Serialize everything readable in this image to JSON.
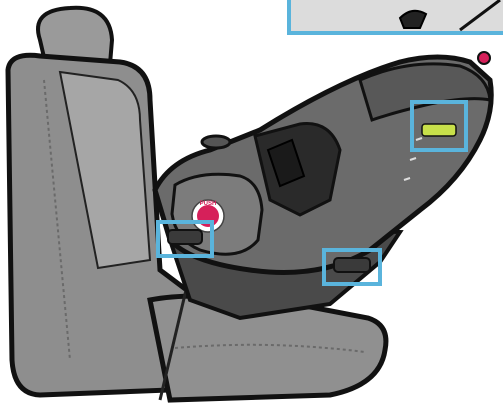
{
  "illustration": {
    "push_button_label": "PUSH",
    "highlight_color": "#5ab4dc",
    "push_button_color": "#d6205a",
    "level_indicator_color": "#c8e04a",
    "callouts": [
      {
        "id": "recline-handle-left",
        "meaning": "belt-path-lock-off"
      },
      {
        "id": "level-indicator",
        "meaning": "level-indicator"
      },
      {
        "id": "recline-handle-base",
        "meaning": "base-lock"
      }
    ],
    "inset": {
      "meaning": "detail-inset"
    }
  }
}
